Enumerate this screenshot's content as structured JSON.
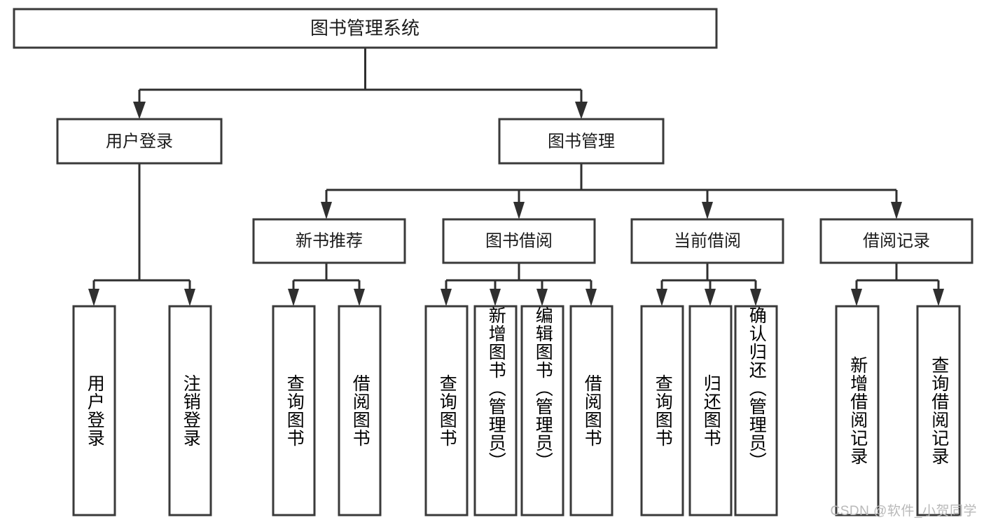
{
  "diagram": {
    "title": "图书管理系统",
    "type": "hierarchy-tree",
    "watermark": "CSDN @软件_小贺同学",
    "colors": {
      "box_stroke": "#3a3a3a",
      "box_fill": "#ffffff",
      "connector": "#2f2f2f",
      "text": "#1b1b1b",
      "watermark": "#b9b9b9"
    },
    "root": {
      "label": "图书管理系统"
    },
    "level2": [
      {
        "label": "用户登录"
      },
      {
        "label": "图书管理"
      }
    ],
    "level3": [
      {
        "label": "新书推荐"
      },
      {
        "label": "图书借阅"
      },
      {
        "label": "当前借阅"
      },
      {
        "label": "借阅记录"
      }
    ],
    "leaves": {
      "user_login": [
        {
          "label": "用户登录"
        },
        {
          "label": "注销登录"
        }
      ],
      "new_book": [
        {
          "label": "查询图书"
        },
        {
          "label": "借阅图书"
        }
      ],
      "book_borrow": [
        {
          "label": "查询图书"
        },
        {
          "label": "新增图书（管理员）"
        },
        {
          "label": "编辑图书（管理员）"
        },
        {
          "label": "借阅图书"
        }
      ],
      "current_borrow": [
        {
          "label": "查询图书"
        },
        {
          "label": "归还图书"
        },
        {
          "label": "确认归还（管理员）"
        }
      ],
      "borrow_record": [
        {
          "label": "新增借阅记录"
        },
        {
          "label": "查询借阅记录"
        }
      ]
    }
  }
}
